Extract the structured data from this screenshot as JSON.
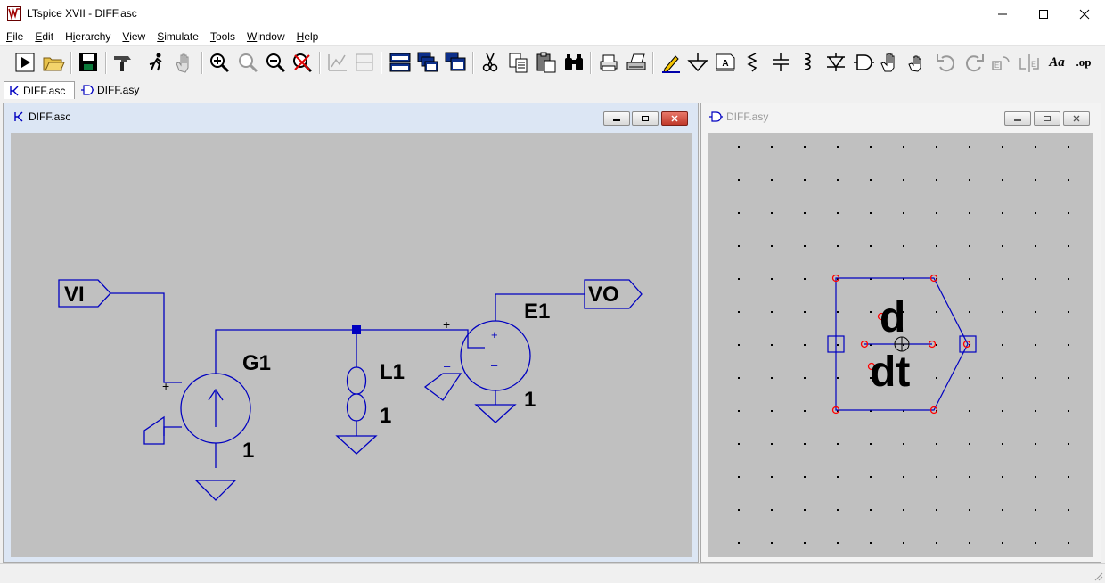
{
  "app": {
    "title": "LTspice XVII - DIFF.asc",
    "window_controls": {
      "minimize": "–",
      "maximize": "☐",
      "close": "✕"
    }
  },
  "menubar": {
    "items": [
      {
        "label": "File",
        "accel": "F",
        "rest": "ile"
      },
      {
        "label": "Edit",
        "accel": "E",
        "rest": "dit"
      },
      {
        "label": "Hierarchy",
        "accel": "i",
        "pre": "H",
        "rest": "erarchy"
      },
      {
        "label": "View",
        "accel": "V",
        "rest": "iew"
      },
      {
        "label": "Simulate",
        "accel": "S",
        "rest": "imulate"
      },
      {
        "label": "Tools",
        "accel": "T",
        "rest": "ools"
      },
      {
        "label": "Window",
        "accel": "W",
        "rest": "indow"
      },
      {
        "label": "Help",
        "accel": "H",
        "rest": "elp"
      }
    ]
  },
  "toolbar": {
    "buttons": [
      "run-icon",
      "open-icon",
      "save-icon",
      "control-panel-icon",
      "halt-icon",
      "pan-icon",
      "zoom-in-icon",
      "zoom-full-icon",
      "zoom-out-icon",
      "zoom-cancel-icon",
      "autorange-icon",
      "split-icon",
      "tile-icon",
      "cascade-icon",
      "close-windows-icon",
      "cut-icon",
      "copy-icon",
      "paste-icon",
      "find-icon",
      "print-setup-icon",
      "print-icon",
      "wire-icon",
      "ground-icon",
      "label-icon",
      "resistor-icon",
      "capacitor-icon",
      "inductor-icon",
      "diode-icon",
      "component-icon",
      "move-icon",
      "drag-icon",
      "undo-icon",
      "redo-icon",
      "rotate-icon",
      "mirror-icon",
      "text-icon",
      "spice-directive-icon"
    ],
    "text_button_aa": "Aa",
    "text_button_op": ".op"
  },
  "tabs": [
    {
      "label": "DIFF.asc",
      "active": true
    },
    {
      "label": "DIFF.asy",
      "active": false
    }
  ],
  "schematic_window": {
    "title": "DIFF.asc",
    "labels": {
      "vi": "VI",
      "vo": "VO",
      "g1": "G1",
      "g1_val": "1",
      "l1": "L1",
      "l1_val": "1",
      "e1": "E1",
      "e1_val": "1",
      "plus": "+",
      "minus": "–"
    }
  },
  "symbol_window": {
    "title": "DIFF.asy",
    "symbol_text_top": "d",
    "symbol_text_bottom": "dt"
  },
  "colors": {
    "wire": "#0000c0",
    "canvas": "#c0c0c0",
    "pin": "#ff0000",
    "active_title": "#dce6f4"
  }
}
